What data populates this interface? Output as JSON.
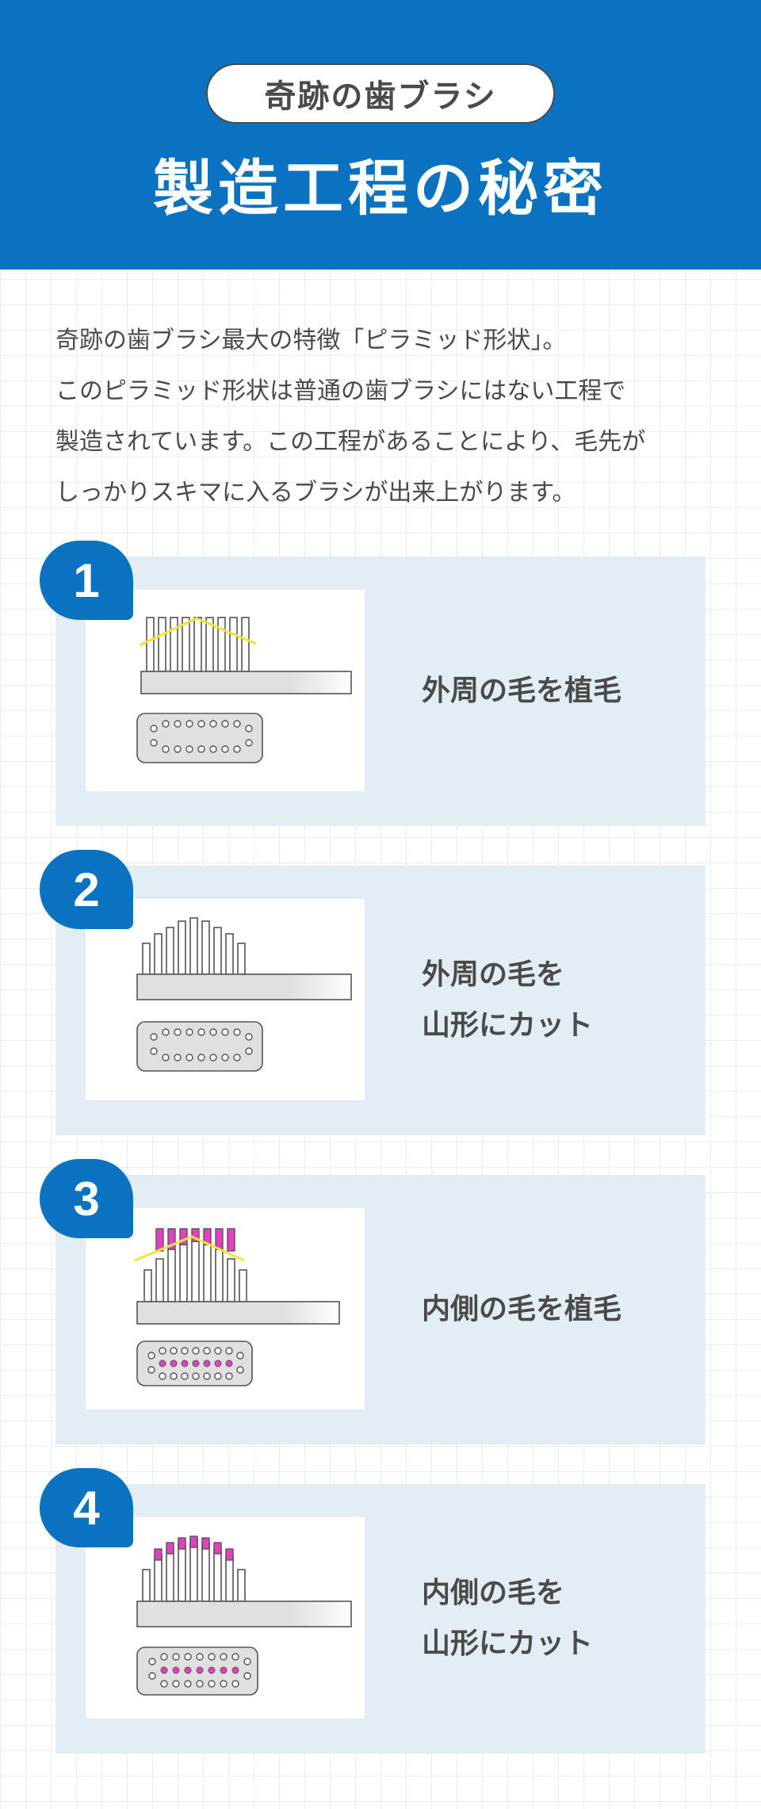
{
  "header": {
    "pill_label": "奇跡の歯ブラシ",
    "title": "製造工程の秘密"
  },
  "intro": {
    "lines": [
      "奇跡の歯ブラシ最大の特徴「ピラミッド形状」。",
      "このピラミッド形状は普通の歯ブラシにはない工程で",
      "製造されています。この工程があることにより、毛先が",
      "しっかりスキマに入るブラシが出来上がります。"
    ]
  },
  "steps": [
    {
      "number": "1",
      "line1": "外周の毛を植毛",
      "line2": ""
    },
    {
      "number": "2",
      "line1": "外周の毛を",
      "line2": "山形にカット"
    },
    {
      "number": "3",
      "line1": "内側の毛を植毛",
      "line2": ""
    },
    {
      "number": "4",
      "line1": "内側の毛を",
      "line2": "山形にカット"
    }
  ],
  "colors": {
    "brand_blue": "#0a73c1",
    "card_bg": "#e2edf4",
    "bristle_highlight": "#e53ec0",
    "guide_line": "#f2e23a"
  },
  "icons": {
    "illustration": "toothbrush-bristle-diagram"
  }
}
